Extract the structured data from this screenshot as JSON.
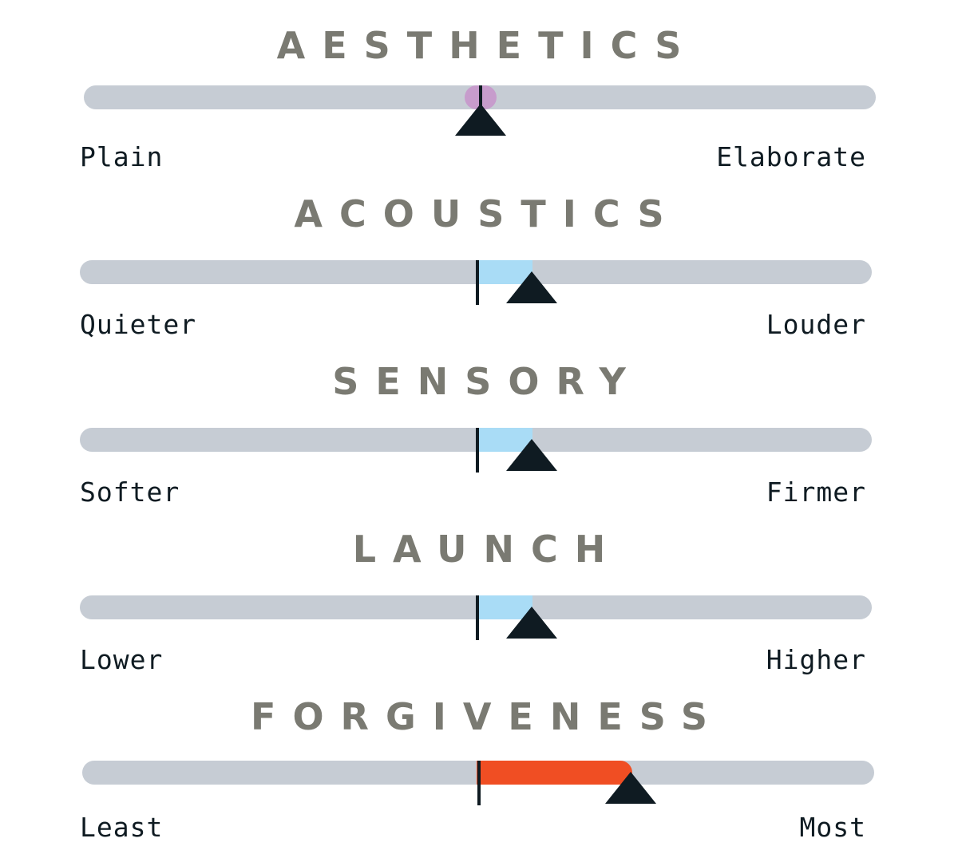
{
  "sliders": [
    {
      "title": "AESTHETICS",
      "left_label": "Plain",
      "right_label": "Elaborate",
      "value": 0.0,
      "indicator_color": "#c79ccc"
    },
    {
      "title": "ACOUSTICS",
      "left_label": "Quieter",
      "right_label": "Louder",
      "value": 0.14,
      "fill_color": "#a9dcf6"
    },
    {
      "title": "SENSORY",
      "left_label": "Softer",
      "right_label": "Firmer",
      "value": 0.14,
      "fill_color": "#a9dcf6"
    },
    {
      "title": "LAUNCH",
      "left_label": "Lower",
      "right_label": "Higher",
      "value": 0.14,
      "fill_color": "#a9dcf6"
    },
    {
      "title": "FORGIVENESS",
      "left_label": "Least",
      "right_label": "Most",
      "value": 0.39,
      "fill_color": "#f04e23"
    }
  ],
  "colors": {
    "track": "#c6ccd4",
    "pointer": "#0f1b22",
    "title": "#7a7a72"
  }
}
